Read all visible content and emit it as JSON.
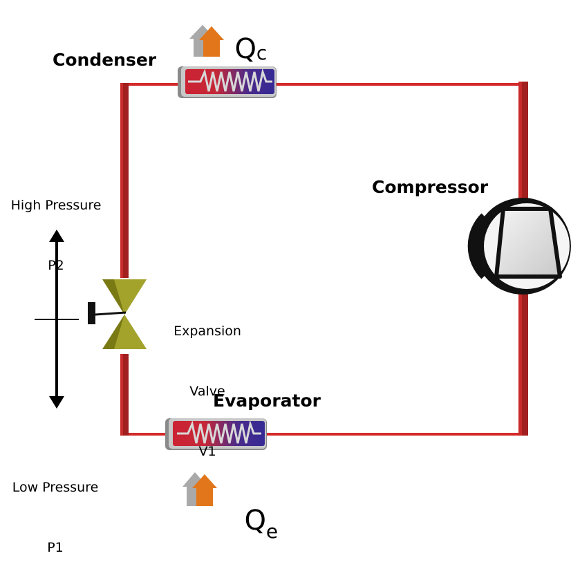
{
  "components": {
    "condenser": "Condenser",
    "compressor": "Compressor",
    "evaporator": "Evaporator",
    "expansion_valve": [
      "Expansion",
      "Valve",
      "V1"
    ]
  },
  "pressure": {
    "high": [
      "High Pressure",
      "P2"
    ],
    "low": [
      "Low Pressure",
      "P1"
    ]
  },
  "heat": {
    "condenser": {
      "symbol": "Q",
      "subscript": "c"
    },
    "evaporator": {
      "symbol": "Q",
      "subscript": "e"
    }
  },
  "colors": {
    "pipe": "#d42a2a",
    "pipe_dark": "#9e1b1b",
    "coil_hot": "#cc2233",
    "coil_cold": "#3a2a90",
    "valve": "#8a8a1e",
    "arrow_orange": "#e2761b",
    "arrow_grey": "#a9a9a9"
  }
}
